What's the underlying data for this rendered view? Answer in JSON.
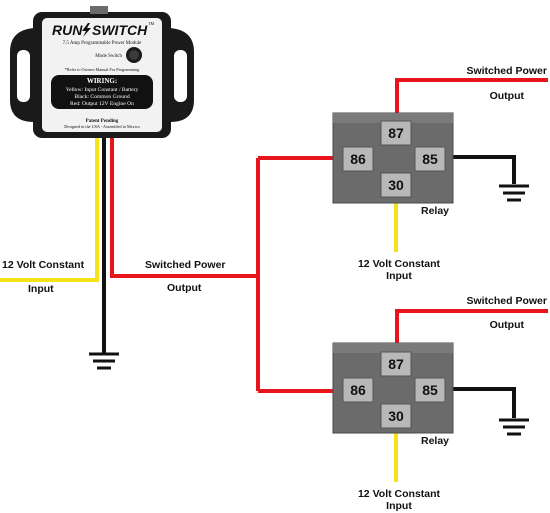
{
  "module": {
    "brand_left": "RUN",
    "brand_right": "SWITCH",
    "tm": "TM",
    "subtitle": "7.5 Amp Programmable Power Module",
    "mode_switch": "Mode Switch",
    "manual_note": "*Refer to Owners Manual For Programming",
    "wiring_heading": "WIRING:",
    "wiring_lines": [
      "Yellow: Input Constant / Battery",
      "Black: Common Ground",
      "Red: Output 12V Engine On"
    ],
    "patent": "Patent Pending",
    "made_in": "Designed in the USA - Assembled in Mexico"
  },
  "labels": {
    "yellow_input_line1": "12 Volt Constant",
    "yellow_input_line2": "Input",
    "module_output_line1": "Switched Power",
    "module_output_line2": "Output"
  },
  "relays": [
    {
      "pins": [
        "87",
        "86",
        "85",
        "30"
      ],
      "name": "Relay",
      "output_line1": "Switched Power",
      "output_line2": "Output",
      "input_line1": "12 Volt Constant",
      "input_line2": "Input"
    },
    {
      "pins": [
        "87",
        "86",
        "85",
        "30"
      ],
      "name": "Relay",
      "output_line1": "Switched Power",
      "output_line2": "Output",
      "input_line1": "12 Volt Constant",
      "input_line2": "Input"
    }
  ],
  "colors": {
    "wire_red": "#e8141c",
    "wire_yellow": "#f5e21a",
    "wire_black": "#111111",
    "relay_body": "#6b6b6b",
    "relay_pin": "#b8b8b8"
  }
}
